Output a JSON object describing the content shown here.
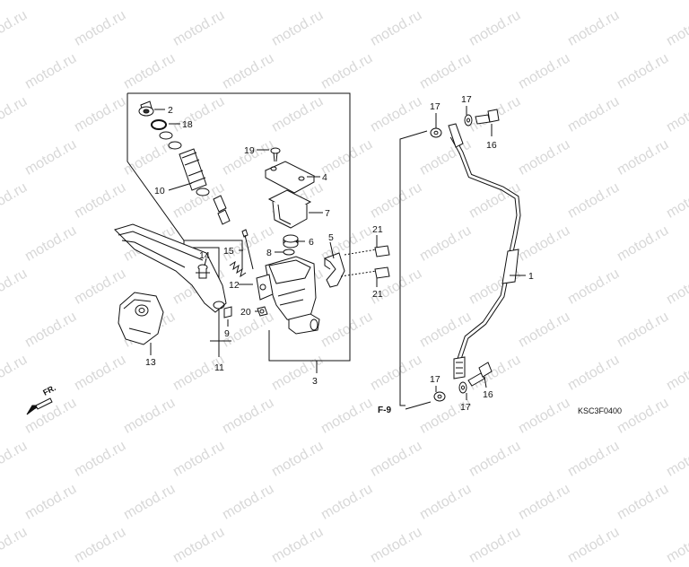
{
  "watermark_text": "motod.ru",
  "parts": {
    "p1": "1",
    "p2": "2",
    "p3": "3",
    "p4": "4",
    "p5": "5",
    "p6": "6",
    "p7": "7",
    "p8": "8",
    "p9": "9",
    "p10": "10",
    "p11": "11",
    "p12": "12",
    "p13": "13",
    "p14": "14",
    "p15": "15",
    "p16": "16",
    "p17": "17",
    "p18": "18",
    "p19": "19",
    "p20": "20",
    "p21": "21"
  },
  "reference": "F-9",
  "direction": "FR.",
  "diagram_code": "KSC3F0400",
  "icons": {
    "front_arrow": "arrow-down-left-icon"
  }
}
